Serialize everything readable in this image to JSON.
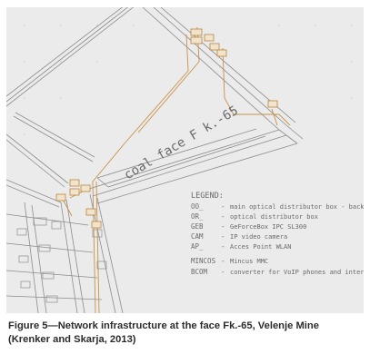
{
  "drawing": {
    "face_label": "coal face F k.-65",
    "legend": {
      "title": "LEGEND:",
      "items": [
        {
          "code": "OO_",
          "sep": "-",
          "desc": "main optical distributor box - backbone"
        },
        {
          "code": "OR_",
          "sep": "-",
          "desc": "optical distributor box"
        },
        {
          "code": "GEB",
          "sep": "-",
          "desc": "GeForceBox IPC SL300"
        },
        {
          "code": "CAM",
          "sep": "-",
          "desc": "IP video camera"
        },
        {
          "code": "AP_",
          "sep": "-",
          "desc": "Acces Point WLAN"
        }
      ],
      "items_lower": [
        {
          "code": "MINCOS",
          "sep": "-",
          "desc": "Mincus MMC"
        },
        {
          "code": "BCOM",
          "sep": "-",
          "desc": "converter for VoIP phones and intercom"
        }
      ]
    },
    "colors": {
      "background": "#ebebeb",
      "lines": "#8c8c8c",
      "network": "#c8914a",
      "text": "#6a6a6a"
    }
  },
  "caption": {
    "line1": "Figure 5—Network infrastructure at the face Fk.-65, Velenje Mine",
    "line2": "(Krenker and Skarja, 2013)"
  }
}
